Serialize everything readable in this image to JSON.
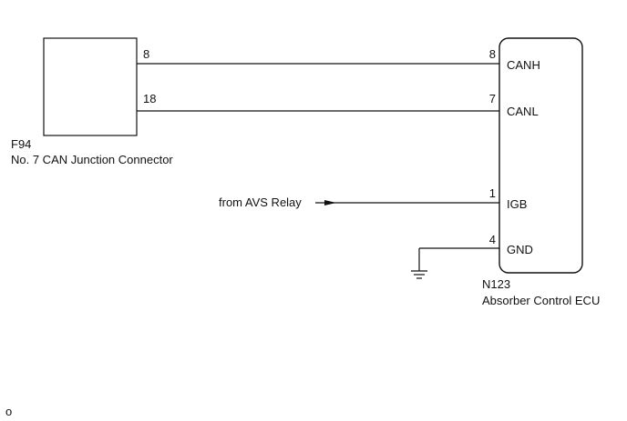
{
  "connector_f94": {
    "code": "F94",
    "name": "No. 7 CAN Junction Connector",
    "pins": [
      "8",
      "18"
    ]
  },
  "ecu_n123": {
    "code": "N123",
    "name": "Absorber Control ECU",
    "pins": [
      {
        "number": "8",
        "signal": "CANH"
      },
      {
        "number": "7",
        "signal": "CANL"
      },
      {
        "number": "1",
        "signal": "IGB"
      },
      {
        "number": "4",
        "signal": "GND"
      }
    ]
  },
  "sources": {
    "avs_relay": "from AVS Relay"
  },
  "footer_mark": "o"
}
